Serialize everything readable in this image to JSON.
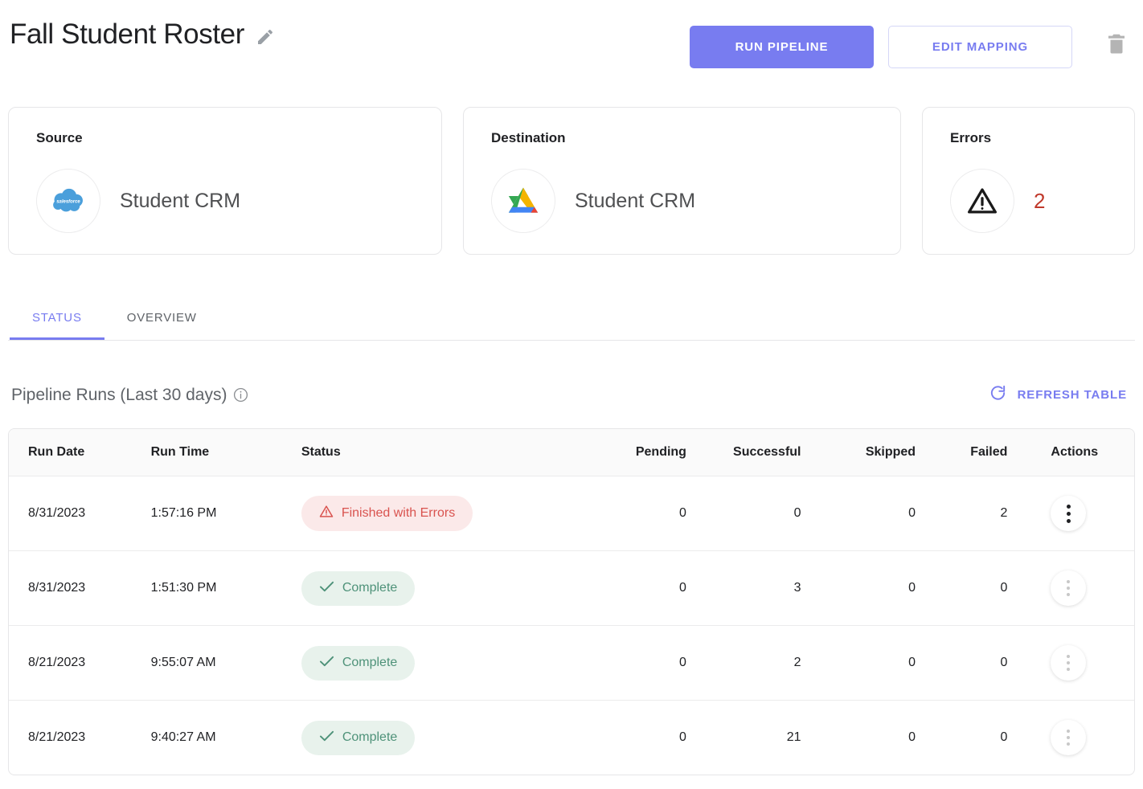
{
  "header": {
    "title": "Fall Student Roster",
    "edit_title_icon": "pencil-icon",
    "run_pipeline_label": "RUN PIPELINE",
    "edit_mapping_label": "EDIT MAPPING",
    "delete_icon": "trash-icon"
  },
  "cards": {
    "source": {
      "label": "Source",
      "connection": "Student CRM",
      "icon": "salesforce-icon"
    },
    "destination": {
      "label": "Destination",
      "connection": "Student CRM",
      "icon": "google-drive-icon"
    },
    "errors": {
      "label": "Errors",
      "count": "2",
      "icon": "warning-triangle-icon"
    }
  },
  "tabs": [
    {
      "label": "STATUS",
      "active": true
    },
    {
      "label": "OVERVIEW",
      "active": false
    }
  ],
  "runs_section": {
    "title": "Pipeline Runs (Last 30 days)",
    "info_icon": "info-icon",
    "refresh_label": "REFRESH TABLE",
    "refresh_icon": "refresh-icon"
  },
  "table": {
    "columns": [
      "Run Date",
      "Run Time",
      "Status",
      "Pending",
      "Successful",
      "Skipped",
      "Failed",
      "Actions"
    ],
    "rows": [
      {
        "run_date": "8/31/2023",
        "run_time": "1:57:16 PM",
        "status": "Finished with Errors",
        "status_type": "error",
        "pending": "0",
        "successful": "0",
        "skipped": "0",
        "failed": "2",
        "actions_icon": "kebab-menu-icon",
        "actions_active": true
      },
      {
        "run_date": "8/31/2023",
        "run_time": "1:51:30 PM",
        "status": "Complete",
        "status_type": "ok",
        "pending": "0",
        "successful": "3",
        "skipped": "0",
        "failed": "0",
        "actions_icon": "kebab-menu-icon",
        "actions_active": false
      },
      {
        "run_date": "8/21/2023",
        "run_time": "9:55:07 AM",
        "status": "Complete",
        "status_type": "ok",
        "pending": "0",
        "successful": "2",
        "skipped": "0",
        "failed": "0",
        "actions_icon": "kebab-menu-icon",
        "actions_active": false
      },
      {
        "run_date": "8/21/2023",
        "run_time": "9:40:27 AM",
        "status": "Complete",
        "status_type": "ok",
        "pending": "0",
        "successful": "21",
        "skipped": "0",
        "failed": "0",
        "actions_icon": "kebab-menu-icon",
        "actions_active": false
      }
    ]
  },
  "colors": {
    "accent": "#787cf0",
    "error_text": "#d9534f",
    "error_bg": "#fbe9e9",
    "success_text": "#4e9279",
    "success_bg": "#e8f2ec",
    "error_count": "#c0392b"
  }
}
